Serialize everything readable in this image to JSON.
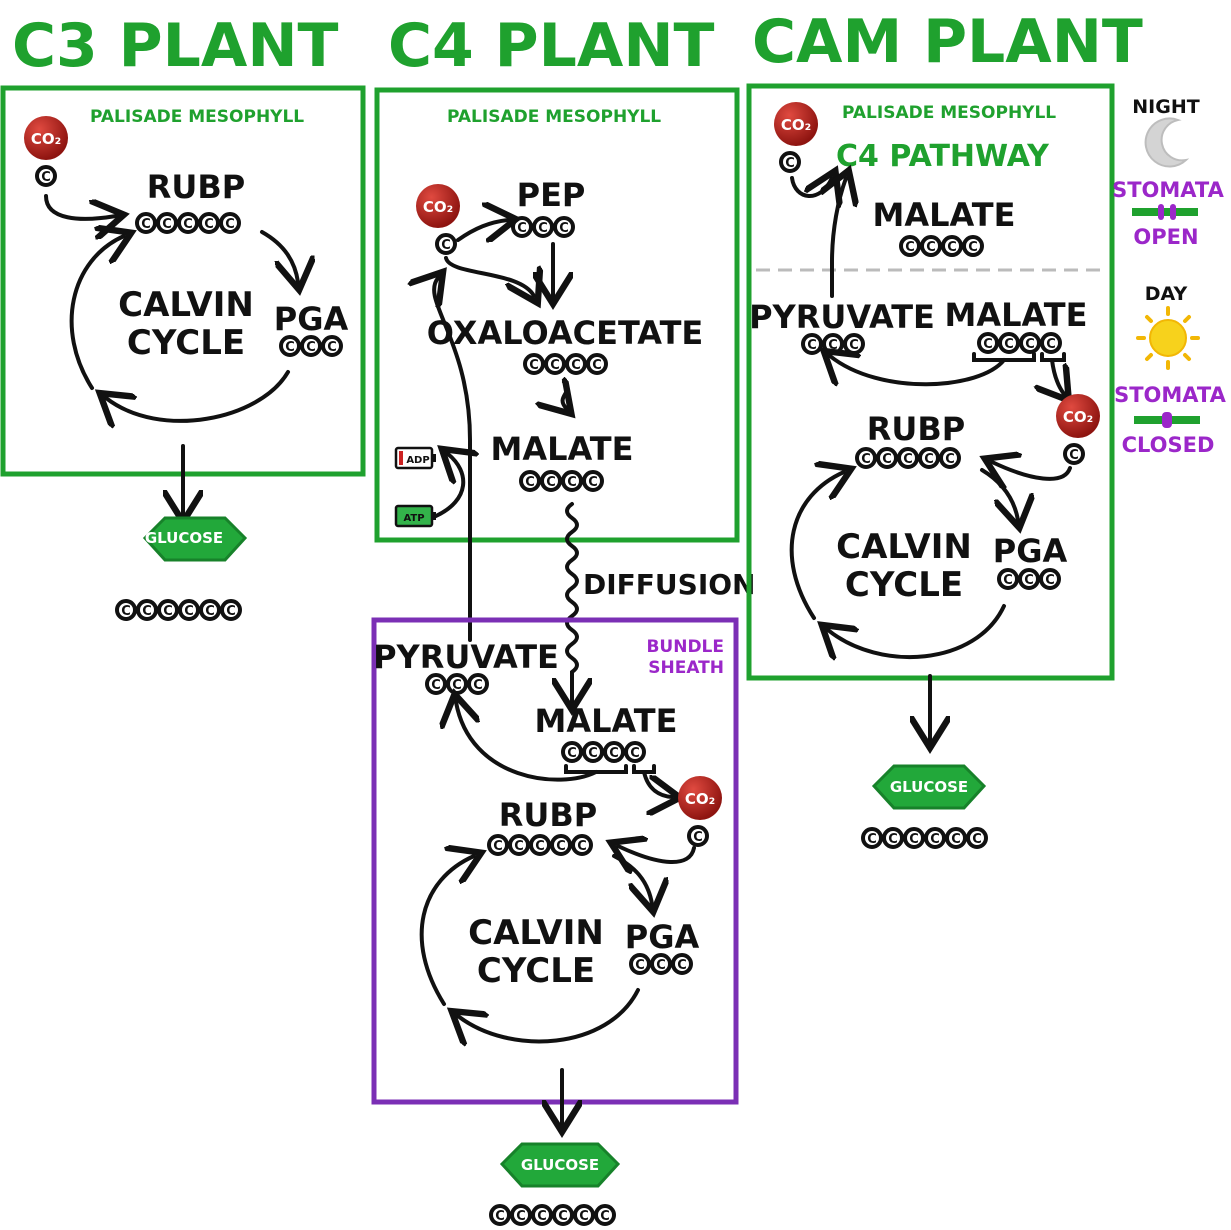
{
  "colors": {
    "green": "#1fa12e",
    "purple": "#7b2fb5",
    "co2_red": "#b8211d",
    "glucose_green": "#22a83a",
    "black": "#111111"
  },
  "titles": {
    "c3": "C3 PLANT",
    "c4": "C4 PLANT",
    "cam": "CAM PLANT"
  },
  "c3": {
    "box_label": "PALISADE MESOPHYLL",
    "co2": "CO₂",
    "rubp": "RUBP",
    "cycle_line1": "CALVIN",
    "cycle_line2": "CYCLE",
    "pga": "PGA",
    "glucose": "GLUCOSE"
  },
  "c4": {
    "box_label": "PALISADE MESOPHYLL",
    "co2": "CO₂",
    "pep": "PEP",
    "oxaloacetate": "OXALOACETATE",
    "malate": "MALATE",
    "adp": "ADP",
    "atp": "ATP",
    "diffusion": "DIFFUSION",
    "bundle_line1": "BUNDLE",
    "bundle_line2": "SHEATH",
    "pyruvate": "PYRUVATE",
    "malate2": "MALATE",
    "co2_2": "CO₂",
    "rubp": "RUBP",
    "cycle_line1": "CALVIN",
    "cycle_line2": "CYCLE",
    "pga": "PGA",
    "glucose": "GLUCOSE"
  },
  "cam": {
    "box_label": "PALISADE MESOPHYLL",
    "co2": "CO₂",
    "c4_pathway": "C4 PATHWAY",
    "malate_top": "MALATE",
    "pyruvate": "PYRUVATE",
    "malate": "MALATE",
    "co2_2": "CO₂",
    "rubp": "RUBP",
    "cycle_line1": "CALVIN",
    "cycle_line2": "CYCLE",
    "pga": "PGA",
    "glucose": "GLUCOSE"
  },
  "legend": {
    "night": "NIGHT",
    "stomata_night": "STOMATA",
    "open": "OPEN",
    "day": "DAY",
    "stomata_day": "STOMATA",
    "closed": "CLOSED"
  },
  "carbon_letter": "C"
}
